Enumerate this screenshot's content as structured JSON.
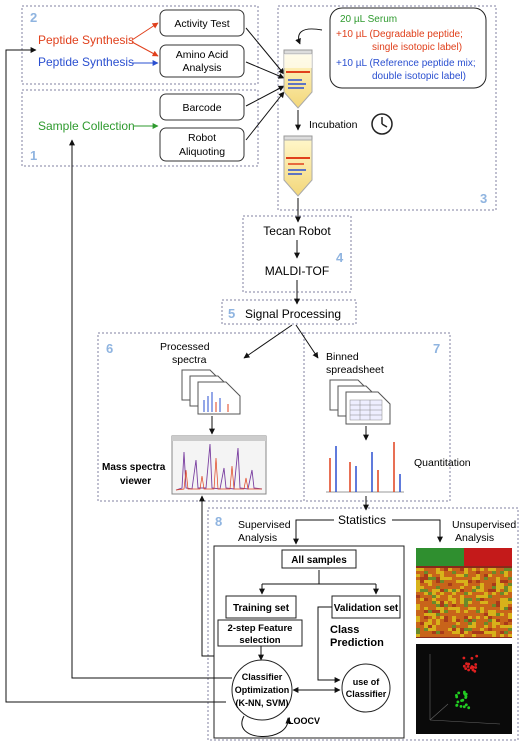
{
  "colors": {
    "green": "#2e9a2e",
    "red": "#e0401c",
    "blue": "#2a4fd0",
    "num": "#8fb4e0",
    "dotted": "#8080a0",
    "heat_red": "#c41a1a",
    "heat_green": "#2f8f2f"
  },
  "step_numbers": [
    "2",
    "1",
    "3",
    "4",
    "5",
    "6",
    "7",
    "8"
  ],
  "synthesis": {
    "peptide_synthesis_red": "Peptide Synthesis",
    "peptide_synthesis_blue": "Peptide Synthesis",
    "activity_test": "Activity Test",
    "amino_acid_line1": "Amino Acid",
    "amino_acid_line2": "Analysis"
  },
  "sample": {
    "sample_collection": "Sample Collection",
    "barcode": "Barcode",
    "robot_line1": "Robot",
    "robot_line2": "Aliquoting"
  },
  "serum_box": {
    "line1": "20 µL Serum",
    "line2": "+10 µL (Degradable peptide;",
    "line3": "single isotopic label)",
    "line4": "+10 µL (Reference peptide mix;",
    "line5": "double isotopic label)"
  },
  "incubation": "Incubation",
  "tecan": "Tecan Robot",
  "maldi": "MALDI-TOF",
  "signal_processing": "Signal Processing",
  "processed_line1": "Processed",
  "processed_line2": "spectra",
  "binned_line1": "Binned",
  "binned_line2": "spreadsheet",
  "viewer_line1": "Mass spectra",
  "viewer_line2": "viewer",
  "quantitation": "Quantitation",
  "statistics": "Statistics",
  "supervised_line1": "Supervised",
  "supervised_line2": "Analysis",
  "unsupervised_line1": "Unsupervised",
  "unsupervised_line2": "Analysis",
  "all_samples": "All samples",
  "training_set": "Training set",
  "validation_set": "Validation set",
  "feature_line1": "2-step Feature",
  "feature_line2": "selection",
  "class_line1": "Class",
  "class_line2": "Prediction",
  "classifier_line1": "Classifier",
  "classifier_line2": "Optimization",
  "classifier_line3": "(K-NN, SVM)",
  "use_line1": "use of",
  "use_line2": "Classifier",
  "loocv": "LOOCV"
}
